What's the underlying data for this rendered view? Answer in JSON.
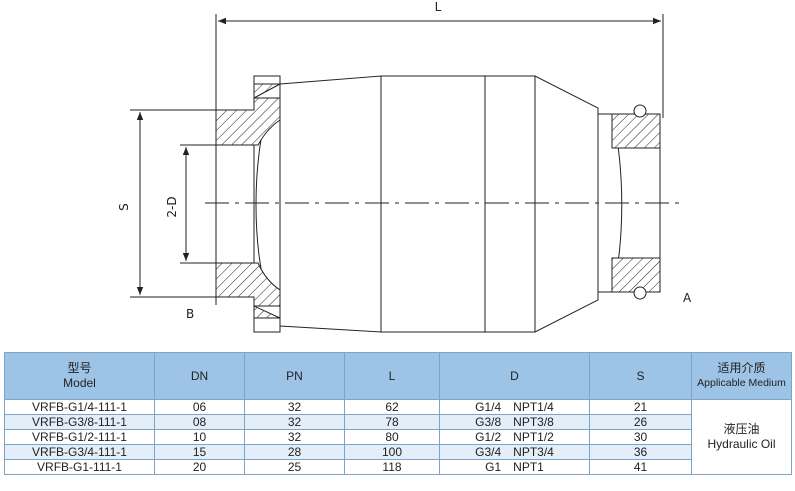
{
  "drawing": {
    "labels": {
      "L": "L",
      "S": "S",
      "D": "2-D",
      "A": "A",
      "B": "B"
    }
  },
  "table": {
    "headers": {
      "model_cn": "型号",
      "model_en": "Model",
      "dn": "DN",
      "pn": "PN",
      "l": "L",
      "d": "D",
      "s": "S",
      "medium_cn": "适用介质",
      "medium_en": "Applicable Medium"
    },
    "rows": [
      {
        "model": "VRFB-G1/4-111-1",
        "dn": "06",
        "pn": "32",
        "l": "62",
        "d_g": "G1/4",
        "d_npt": "NPT1/4",
        "s": "21"
      },
      {
        "model": "VRFB-G3/8-111-1",
        "dn": "08",
        "pn": "32",
        "l": "78",
        "d_g": "G3/8",
        "d_npt": "NPT3/8",
        "s": "26"
      },
      {
        "model": "VRFB-G1/2-111-1",
        "dn": "10",
        "pn": "32",
        "l": "80",
        "d_g": "G1/2",
        "d_npt": "NPT1/2",
        "s": "30"
      },
      {
        "model": "VRFB-G3/4-111-1",
        "dn": "15",
        "pn": "28",
        "l": "100",
        "d_g": "G3/4",
        "d_npt": "NPT3/4",
        "s": "36"
      },
      {
        "model": "VRFB-G1-111-1",
        "dn": "20",
        "pn": "25",
        "l": "118",
        "d_g": "G1",
        "d_npt": "NPT1",
        "s": "41"
      }
    ],
    "medium": {
      "cn": "液压油",
      "en": "Hydraulic Oil"
    },
    "colors": {
      "header_bg": "#9dc3e6",
      "row_alt_bg": "#e3eef8",
      "border": "#7ba4c6"
    }
  }
}
